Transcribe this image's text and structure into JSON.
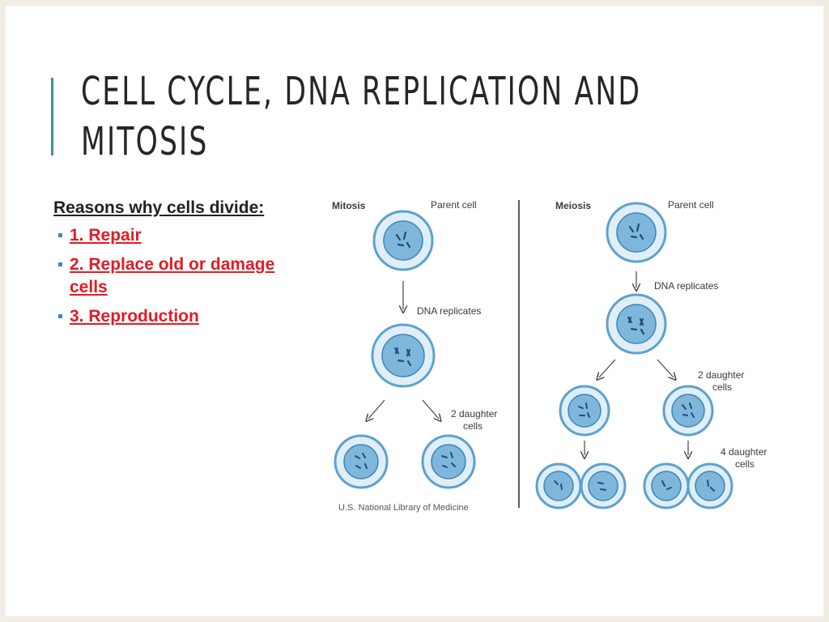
{
  "slide": {
    "title_line1": "CELL CYCLE, DNA REPLICATION AND",
    "title_line2": "MITOSIS"
  },
  "content": {
    "heading": "Reasons why cells divide:",
    "bullets": [
      {
        "label": "1.  Repair"
      },
      {
        "label": "2.  Replace old or damage cells"
      },
      {
        "label": "3.  Reproduction"
      }
    ]
  },
  "figure": {
    "mitosis": {
      "title": "Mitosis",
      "parent_label": "Parent cell",
      "dna_label": "DNA replicates",
      "daughter_label_line1": "2 daughter",
      "daughter_label_line2": "cells"
    },
    "meiosis": {
      "title": "Meiosis",
      "parent_label": "Parent cell",
      "dna_label": "DNA replicates",
      "daughter_label_line1": "2 daughter",
      "daughter_label_line2": "cells",
      "four_label_line1": "4 daughter",
      "four_label_line2": "cells"
    },
    "credit": "U.S. National Library of Medicine"
  },
  "colors": {
    "accent": "#3f8fa0",
    "bullet_text": "#e31b23",
    "cell_outer": "#dfeef7",
    "cell_ring": "#5da1cd",
    "nucleus": "#7fb7dc"
  }
}
